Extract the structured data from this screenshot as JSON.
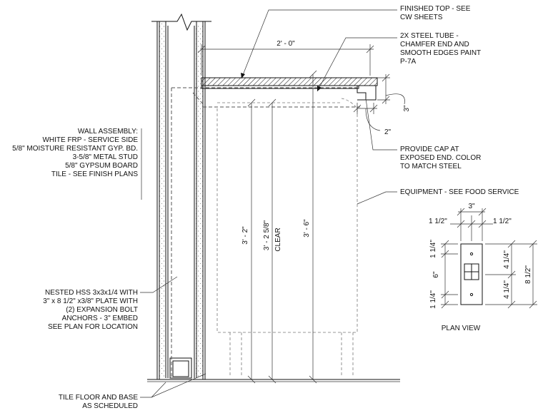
{
  "notes": {
    "finished_top": [
      "FINISHED TOP - SEE",
      "CW SHEETS"
    ],
    "steel_tube": [
      "2X STEEL TUBE -",
      "CHAMFER END AND",
      "SMOOTH EDGES PAINT",
      "P-7A"
    ],
    "cap": [
      "PROVIDE CAP AT",
      "EXPOSED END. COLOR",
      "TO MATCH STEEL"
    ],
    "equipment": "EQUIPMENT - SEE FOOD SERVICE",
    "wall_assembly": [
      "WALL ASSEMBLY:",
      "WHITE FRP - SERVICE SIDE",
      "5/8\" MOISTURE RESISTANT GYP. BD.",
      "3-5/8\" METAL STUD",
      "5/8\" GYPSUM BOARD",
      "TILE - SEE FINISH PLANS"
    ],
    "hss": [
      "NESTED HSS 3x3x1/4 WITH",
      "3\" x 8 1/2\" x3/8\" PLATE WITH",
      "(2) EXPANSION BOLT",
      "ANCHORS - 3\" EMBED",
      "SEE PLAN FOR LOCATION"
    ],
    "tile_floor": [
      "TILE FLOOR AND BASE",
      "AS SCHEDULED"
    ]
  },
  "dims": {
    "top_width": "2' - 0\"",
    "tube_height": "3\"",
    "tube_depth": "2\"",
    "height_1": "3' - 2\"",
    "height_2": "3' - 2 5/8\"",
    "clear": "CLEAR",
    "height_3": "3' - 6\""
  },
  "plan": {
    "title": "PLAN VIEW",
    "width": "3\"",
    "left_offset": "1 1/2\"",
    "right_offset": "1 1/2\"",
    "edge_top": "1 1/4\"",
    "mid": "6\"",
    "edge_bottom": "1 1/4\"",
    "half_top": "4 1/4\"",
    "half_bottom": "4 1/4\"",
    "overall": "8 1/2\""
  }
}
